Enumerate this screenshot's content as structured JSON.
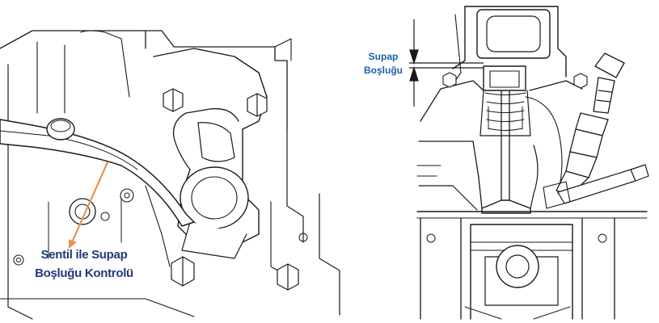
{
  "colors": {
    "line": "#1a1a1a",
    "fill": "#ffffff",
    "arrow": "#e8944f",
    "left_label": "#1f3a7a",
    "right_label": "#1f5fa8"
  },
  "left_panel": {
    "label_line1": "Sentil ile Supap",
    "label_line2": "Boşluğu Kontrolü"
  },
  "right_panel": {
    "label_line1": "Supap",
    "label_line2": "Boşluğu"
  }
}
